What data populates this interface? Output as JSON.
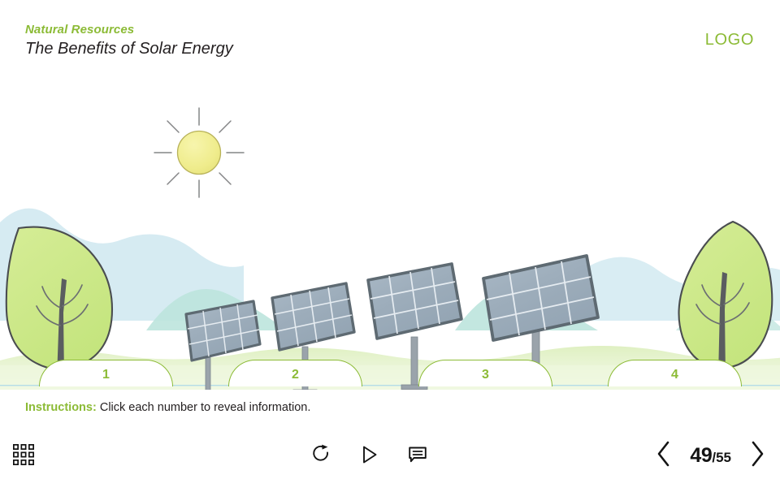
{
  "header": {
    "kicker": "Natural Resources",
    "title": "The Benefits of Solar Energy",
    "logo": "LOGO",
    "brand_green": "#8cbb36"
  },
  "scene": {
    "alt": "solar-energy-illustration",
    "sky_color": "#d6ecf3",
    "hill_color": "#bfe6de",
    "ground_color": "#e9f4d2",
    "tree_leaf_color": "#cde98a",
    "tree_outline_color": "#44474a",
    "tree_trunk_color": "#55585b",
    "sun_color": "#f2ef93",
    "sun_outline_color": "#b5ae4f",
    "panel_cell_color": "#9fb0bd",
    "panel_frame_color": "#5e6a72",
    "panel_post_color": "#9aa3ab",
    "panels": [
      {
        "id": 1,
        "label": "panel-small"
      },
      {
        "id": 2,
        "label": "panel-medium"
      },
      {
        "id": 3,
        "label": "panel-large"
      },
      {
        "id": 4,
        "label": "panel-largest"
      }
    ],
    "trees": [
      {
        "id": "left",
        "label": "tree-left"
      },
      {
        "id": "right",
        "label": "tree-right"
      }
    ],
    "sun": {
      "label": "sun",
      "rays": 8
    }
  },
  "hotspots": [
    {
      "id": 1,
      "label": "1"
    },
    {
      "id": 2,
      "label": "2"
    },
    {
      "id": 3,
      "label": "3"
    },
    {
      "id": 4,
      "label": "4"
    }
  ],
  "instructions": {
    "label": "Instructions:",
    "text": "Click each number to reveal information."
  },
  "toolbar": {
    "menu_icon": "grid-menu-icon",
    "replay_icon": "replay-icon",
    "play_icon": "play-icon",
    "notes_icon": "comment-icon",
    "prev_icon": "chevron-left-icon",
    "next_icon": "chevron-right-icon",
    "page_current": "49",
    "page_total": "/55"
  }
}
